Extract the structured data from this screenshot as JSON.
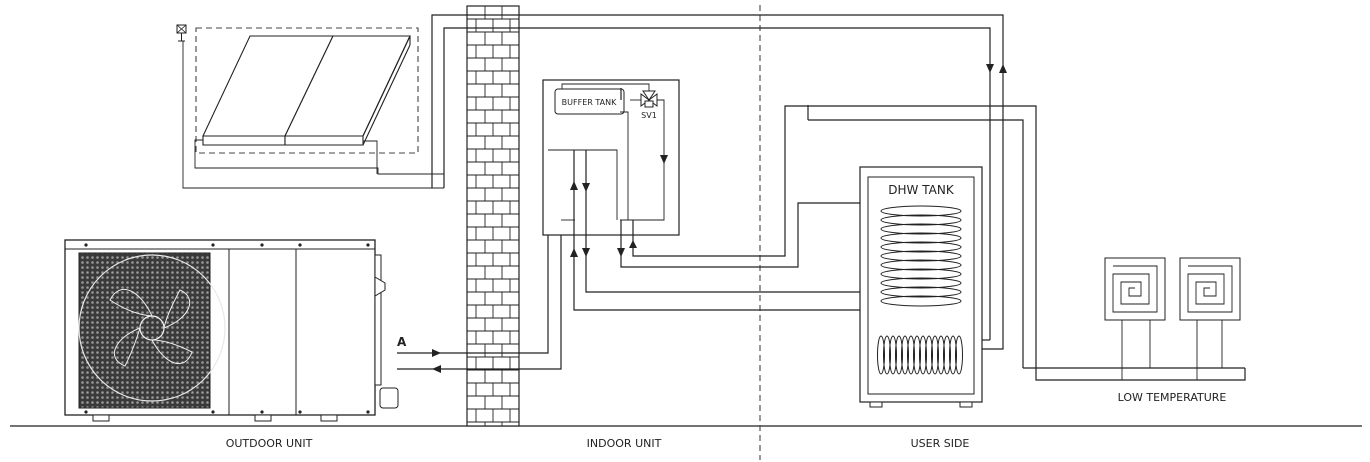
{
  "labels": {
    "outdoor_unit": "OUTDOOR UNIT",
    "indoor_unit": "INDOOR UNIT",
    "user_side": "USER SIDE",
    "buffer_tank": "BUFFER TANK",
    "valve": "SV1",
    "dhw_tank": "DHW TANK",
    "low_temperature": "LOW TEMPERATURE",
    "connection_a": "A"
  }
}
